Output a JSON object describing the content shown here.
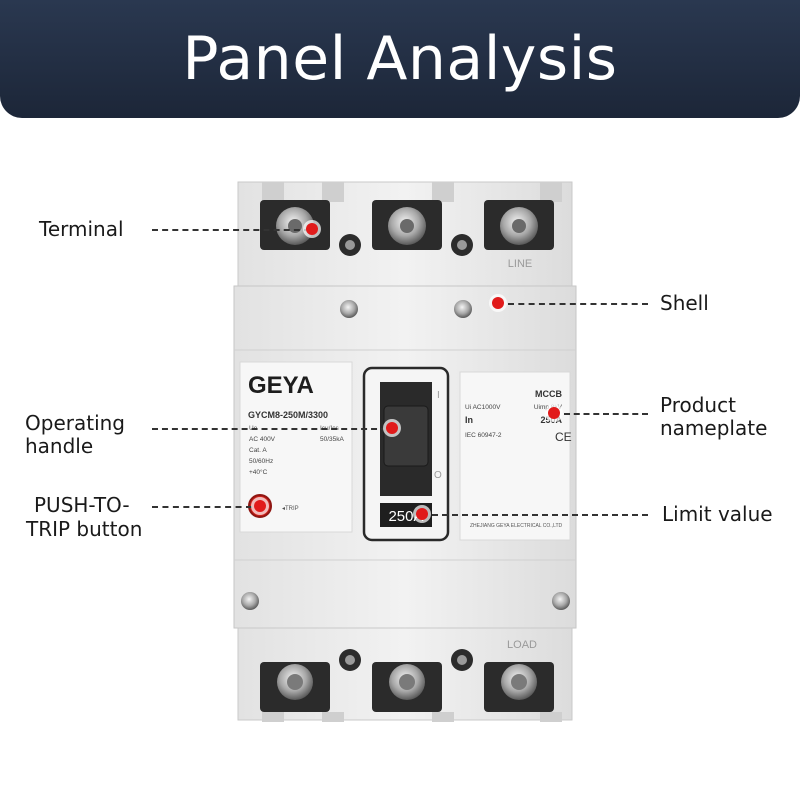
{
  "header": {
    "title": "Panel Analysis"
  },
  "callouts": {
    "terminal": "Terminal",
    "shell": "Shell",
    "operating_handle": [
      "Operating",
      "handle"
    ],
    "product_nameplate": [
      "Product",
      "nameplate"
    ],
    "push_to_trip": [
      "PUSH-TO-",
      "TRIP button"
    ],
    "limit_value": "Limit value"
  },
  "device": {
    "brand": "GEYA",
    "model": "GYCM8-250M/3300",
    "spec_left": [
      "AC 400V",
      "Cat. A",
      "50/60Hz",
      "+40°C"
    ],
    "spec_right": [
      "50/35kA"
    ],
    "ue_label": "Ue",
    "icu_label": "Icu/Ics",
    "trip_label": "◂TRIP",
    "mccb_label": "MCCB",
    "ui_label": "Ui  AC1000V",
    "uimp_label": "Uimp 8kV",
    "in_label": "In",
    "in_value": "250A",
    "iec_label": "IEC 60947-2",
    "ce_mark": "CE",
    "manufacturer": "ZHEJIANG GEYA ELECTRICAL CO.,LTD",
    "rating_display": "250A",
    "line_label": "LINE",
    "load_label": "LOAD",
    "handle_on": "I",
    "handle_off": "O"
  },
  "colors": {
    "header_bg": "#1c2638",
    "accent_dot": "#e11b1b",
    "body": "#ececec"
  }
}
